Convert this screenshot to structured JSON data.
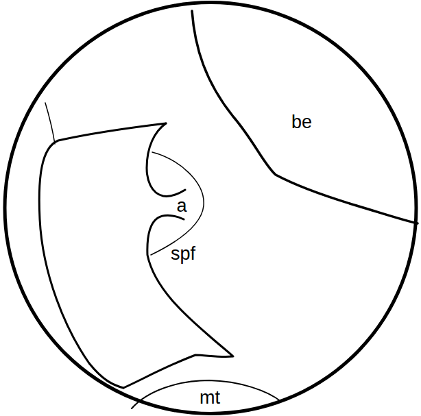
{
  "diagram": {
    "labels": [
      "be",
      "a",
      "spf",
      "mt"
    ]
  }
}
